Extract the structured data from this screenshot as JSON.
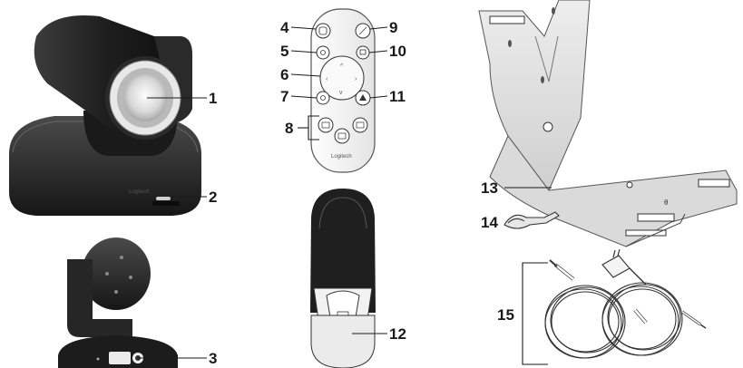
{
  "callouts": {
    "c1": "1",
    "c2": "2",
    "c3": "3",
    "c4": "4",
    "c5": "5",
    "c6": "6",
    "c7": "7",
    "c8": "8",
    "c9": "9",
    "c10": "10",
    "c11": "11",
    "c12": "12",
    "c13": "13",
    "c14": "14",
    "c15": "15"
  },
  "brand": {
    "camera_logo": "Logitech",
    "remote_logo": "Logitech"
  },
  "colors": {
    "body_dark": "#1c1c1c",
    "body_mid": "#3a3a3a",
    "remote_white": "#f4f4f4",
    "outline": "#222222"
  }
}
